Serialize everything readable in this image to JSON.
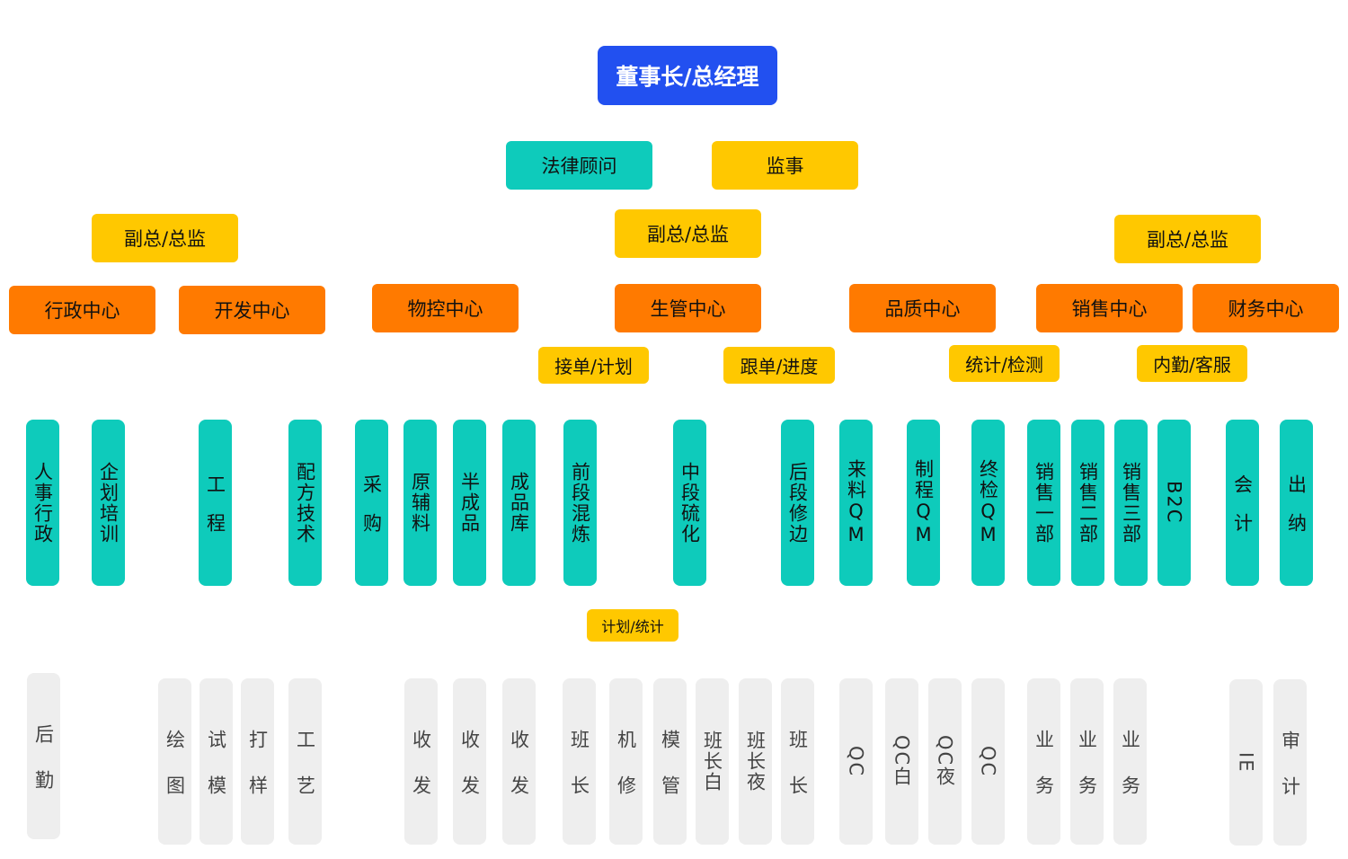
{
  "title": "董事长/总经理",
  "advisors": {
    "legal": "法律顾问",
    "supervisor": "监事"
  },
  "vps": {
    "left": "副总/总监",
    "middle": "副总/总监",
    "right": "副总/总监"
  },
  "centers": {
    "admin": "行政中心",
    "dev": "开发中心",
    "material": "物控中心",
    "production": "生管中心",
    "quality": "品质中心",
    "sales": "销售中心",
    "finance": "财务中心"
  },
  "roles": {
    "order_plan": "接单/计划",
    "follow_progress": "跟单/进度",
    "stat_inspect": "统计/检测",
    "internal_service": "内勤/客服",
    "plan_stat": "计划/统计"
  },
  "departments": [
    "人事行政",
    "企划培训",
    "工程",
    "配方技术",
    "采购",
    "原辅料",
    "半成品",
    "成品库",
    "前段混炼",
    "中段硫化",
    "后段修边",
    "来料QM",
    "制程QM",
    "终检QM",
    "销售一部",
    "销售二部",
    "销售三部",
    "B2C",
    "会计",
    "出纳"
  ],
  "staff": [
    "后勤",
    "绘图",
    "试模",
    "打样",
    "工艺",
    "收发",
    "收发",
    "收发",
    "班长",
    "机修",
    "模管",
    "班长白",
    "班长夜",
    "班长",
    "QC",
    "QC白",
    "QC夜",
    "QC",
    "业务",
    "业务",
    "业务",
    "IE",
    "审计"
  ],
  "colors": {
    "ceo": "#2250f0",
    "teal": "#0ecbbb",
    "yellow": "#ffc800",
    "orange": "#ff7a00",
    "gray": "#eeeeee"
  }
}
